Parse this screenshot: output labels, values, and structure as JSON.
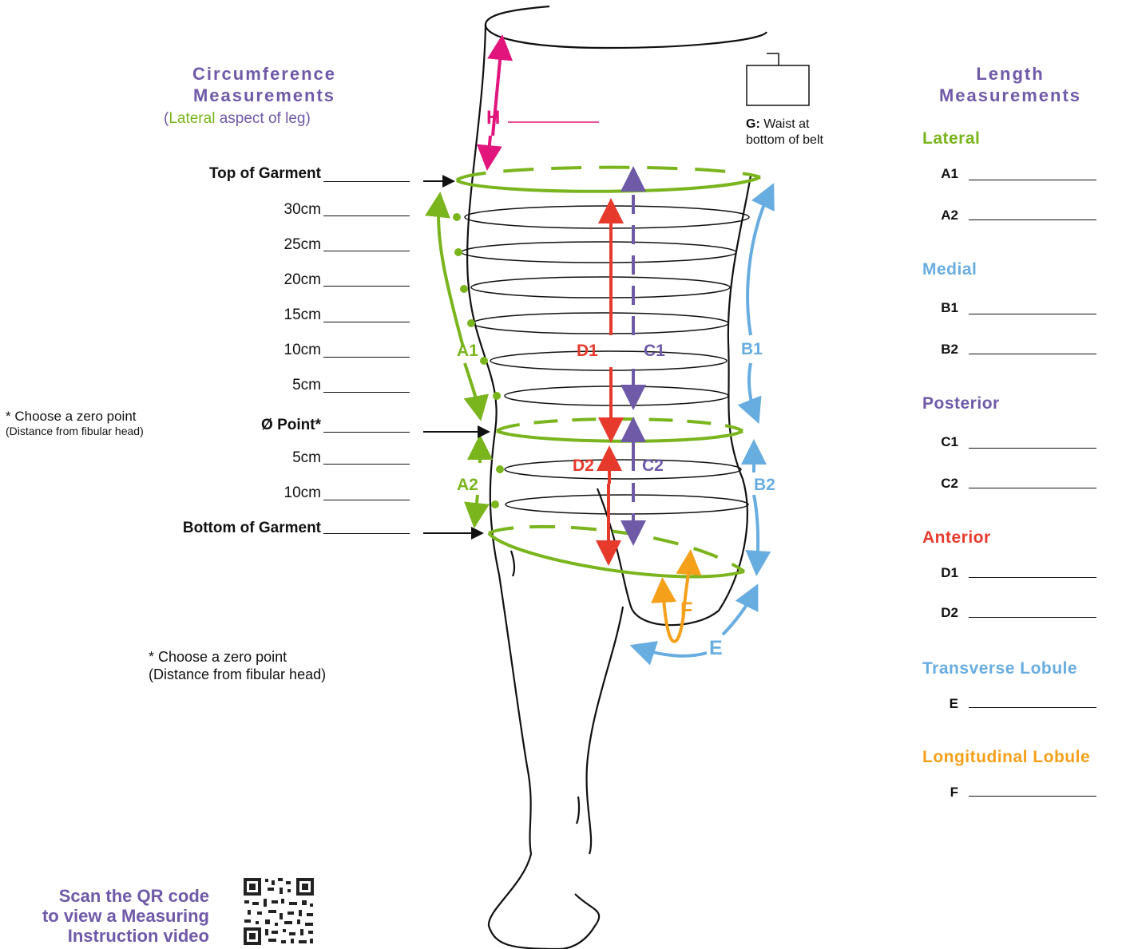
{
  "colors": {
    "purple": "#6f5aa8",
    "green": "#7ab51d",
    "blue": "#68ade0",
    "red": "#e63a2c",
    "magenta": "#e2157d",
    "orange": "#f5a01a",
    "line": "#111111"
  },
  "circumference": {
    "title_line1": "Circumference",
    "title_line2": "Measurements",
    "sub_open": "(",
    "sub_lateral": "Lateral",
    "sub_rest": " aspect of leg)",
    "levels": [
      {
        "label": "Top of Garment",
        "bold": true
      },
      {
        "label": "30cm",
        "bold": false
      },
      {
        "label": "25cm",
        "bold": false
      },
      {
        "label": "20cm",
        "bold": false
      },
      {
        "label": "15cm",
        "bold": false
      },
      {
        "label": "10cm",
        "bold": false
      },
      {
        "label": "5cm",
        "bold": false
      },
      {
        "label": "Ø Point*",
        "bold": true
      },
      {
        "label": "5cm",
        "bold": false
      },
      {
        "label": "10cm",
        "bold": false
      },
      {
        "label": "Bottom of Garment",
        "bold": true
      }
    ],
    "zero_note_line1": "* Choose a zero point",
    "zero_note_line2": "(Distance from fibular head)"
  },
  "bottom_note": {
    "line1": "* Choose a zero point",
    "line2": "(Distance from fibular head)"
  },
  "waist": {
    "prefix": "G:",
    "text_line1": " Waist at",
    "text_line2": "bottom of belt"
  },
  "diagram_labels": {
    "H": "H",
    "A1": "A1",
    "A2": "A2",
    "D1": "D1",
    "D2": "D2",
    "C1": "C1",
    "C2": "C2",
    "B1": "B1",
    "B2": "B2",
    "E": "E",
    "F": "F"
  },
  "length": {
    "title_line1": "Length",
    "title_line2": "Measurements",
    "sections": [
      {
        "name": "Lateral",
        "color": "#7ab51d",
        "items": [
          "A1",
          "A2"
        ]
      },
      {
        "name": "Medial",
        "color": "#68ade0",
        "items": [
          "B1",
          "B2"
        ]
      },
      {
        "name": "Posterior",
        "color": "#6f5aa8",
        "items": [
          "C1",
          "C2"
        ]
      },
      {
        "name": "Anterior",
        "color": "#e63a2c",
        "items": [
          "D1",
          "D2"
        ]
      },
      {
        "name": "Transverse Lobule",
        "color": "#68ade0",
        "items": [
          "E"
        ]
      },
      {
        "name": "Longitudinal Lobule",
        "color": "#f5a01a",
        "items": [
          "F"
        ]
      }
    ]
  },
  "qr": {
    "line1": "Scan the QR code",
    "line2": "to view a Measuring",
    "line3": "Instruction video"
  }
}
